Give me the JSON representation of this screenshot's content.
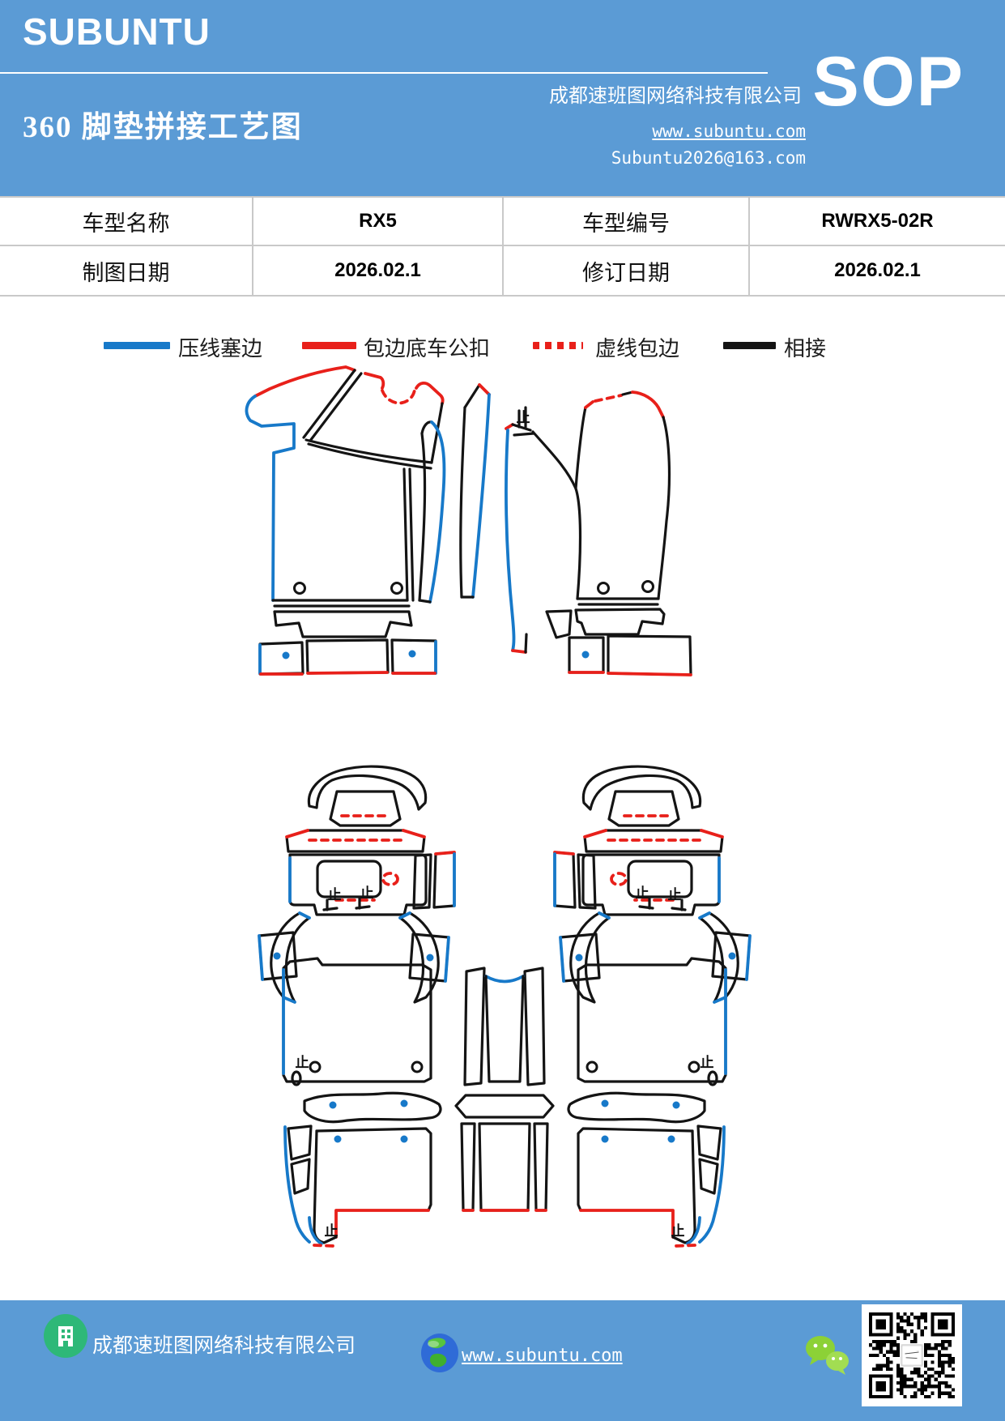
{
  "header": {
    "brand": "SUBUNTU",
    "title": "360 脚垫拼接工艺图",
    "company": "成都速班图网络科技有限公司",
    "sop": "SOP",
    "website": "www.subuntu.com",
    "email": "Subuntu2026@163.com"
  },
  "info_table": {
    "rows": [
      [
        "车型名称",
        "RX5",
        "车型编号",
        "RWRX5-02R"
      ],
      [
        "制图日期",
        "2026.02.1",
        "修订日期",
        "2026.02.1"
      ]
    ]
  },
  "legend": {
    "items": [
      {
        "label": "压线塞边",
        "style": "solid",
        "color": "#1779c9"
      },
      {
        "label": "包边底车公扣",
        "style": "solid",
        "color": "#e8201a"
      },
      {
        "label": "虚线包边",
        "style": "dashed",
        "color": "#e8201a"
      },
      {
        "label": "相接",
        "style": "solid",
        "color": "#141414"
      }
    ]
  },
  "drawing": {
    "stop_mark": "止"
  },
  "footer": {
    "company": "成都速班图网络科技有限公司",
    "website": "www.subuntu.com"
  },
  "colors": {
    "header_blue": "#5b9bd5",
    "line_blue": "#1779c9",
    "line_red": "#e8201a",
    "line_black": "#141414",
    "table_border": "#c9c9c9",
    "wechat_green": "#8cd136",
    "icon_green": "#2eb878",
    "globe_blue": "#2f6bd7"
  }
}
